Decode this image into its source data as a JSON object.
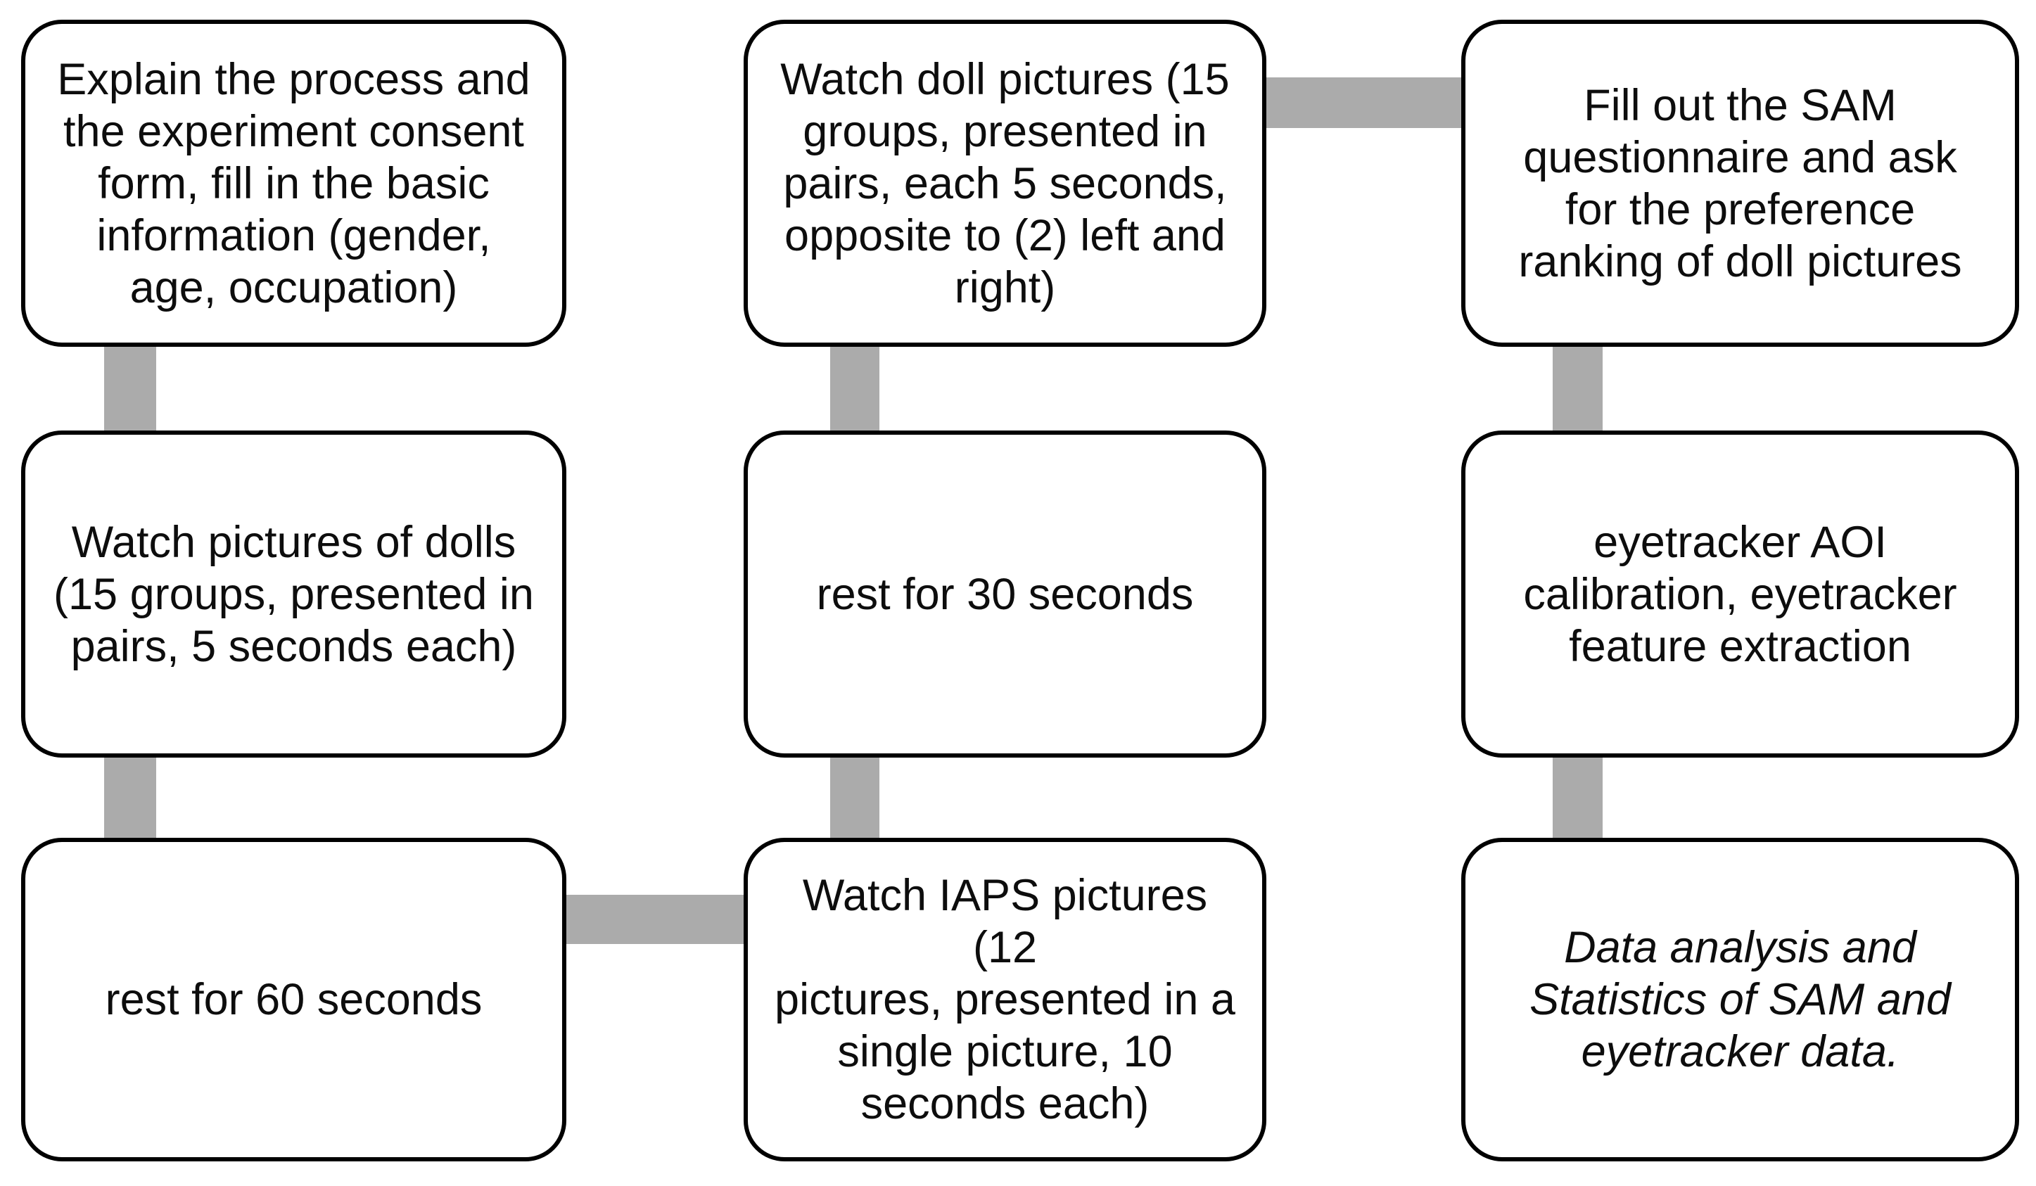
{
  "figure": {
    "type": "experiment-procedure-flowchart",
    "colors": {
      "background": "#ffffff",
      "box_fill": "#ffffff",
      "box_border": "#000000",
      "connector": "#ababab",
      "text": "#0d0d0d"
    }
  },
  "boxes": {
    "explain": {
      "text": "Explain the process and\nthe experiment consent\nform, fill in the basic\ninformation (gender,\nage, occupation)"
    },
    "watch_dolls": {
      "text": "Watch pictures of dolls\n(15 groups, presented in\npairs, 5 seconds each)"
    },
    "rest60": {
      "text": "rest for 60 seconds"
    },
    "watch_iaps": {
      "text": "Watch IAPS pictures (12\npictures, presented in a\nsingle picture, 10\nseconds each)"
    },
    "rest30": {
      "text": "rest for 30 seconds"
    },
    "watch_doll_pairs": {
      "text": "Watch doll pictures (15\ngroups, presented in\npairs, each 5 seconds,\nopposite to (2) left and\nright)"
    },
    "fill_sam": {
      "text": "Fill out the SAM\nquestionnaire and ask\nfor the preference\nranking of doll pictures"
    },
    "eyetracker": {
      "text": "eyetracker AOI\ncalibration, eyetracker\nfeature extraction"
    },
    "data_analysis": {
      "text": "Data analysis and\nStatistics of SAM and\neyetracker data."
    }
  }
}
